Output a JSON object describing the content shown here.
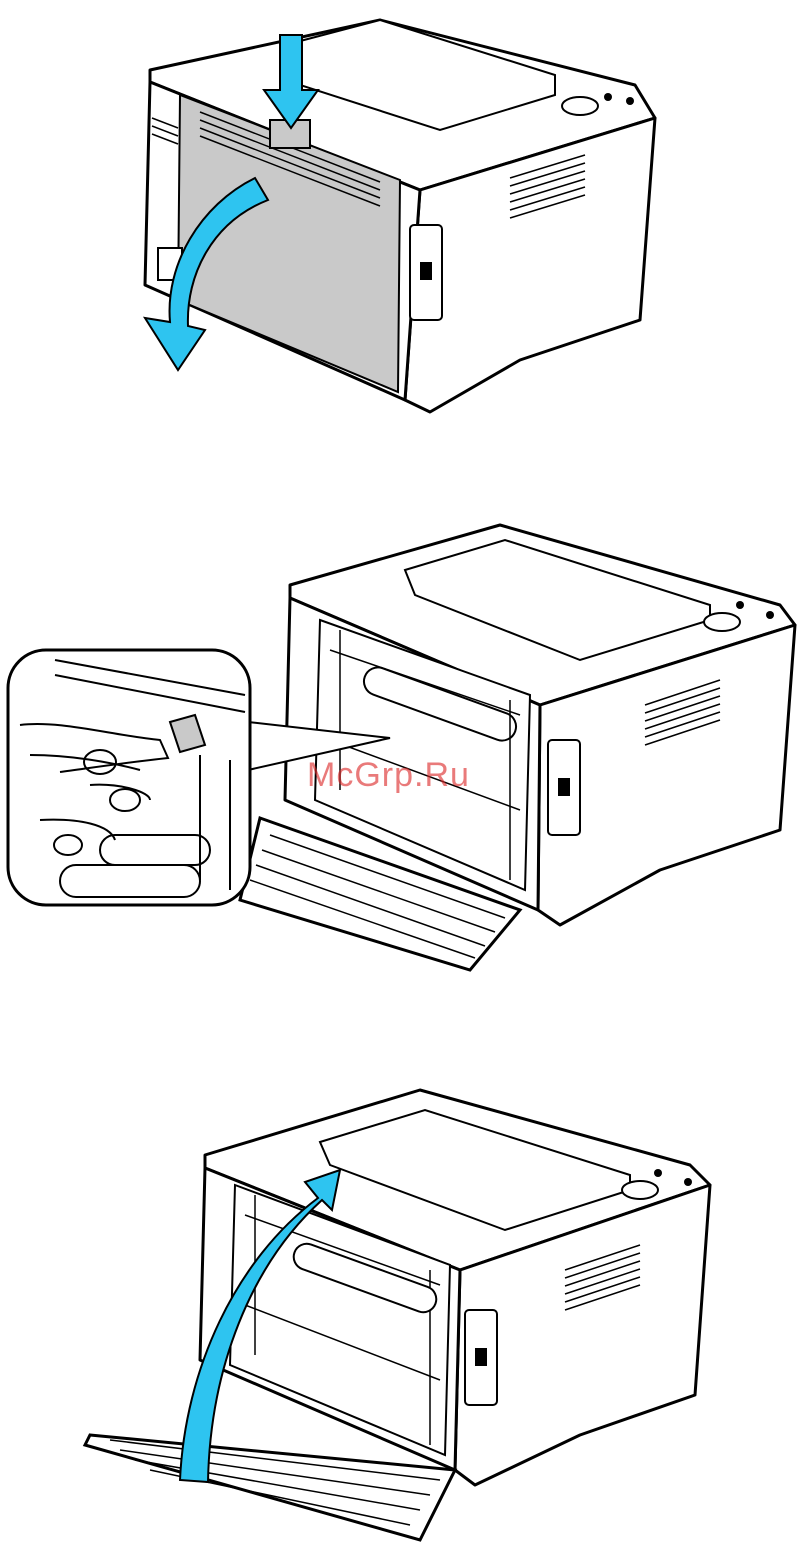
{
  "watermark": {
    "text": "McGrp.Ru"
  },
  "colors": {
    "arrow": "#2ec4f0",
    "line": "#000000",
    "door_fill": "#c9c9c9",
    "paper": "#ffffff"
  },
  "steps": [
    {
      "icon": "down-arrow-icon",
      "action": "press-release-latch"
    },
    {
      "icon": "curved-arrow-down-icon",
      "action": "open-rear-door"
    },
    {
      "icon": "magnifier-callout",
      "action": "lift-fuser-lever"
    },
    {
      "icon": "curved-arrow-up-icon",
      "action": "close-rear-door"
    }
  ]
}
